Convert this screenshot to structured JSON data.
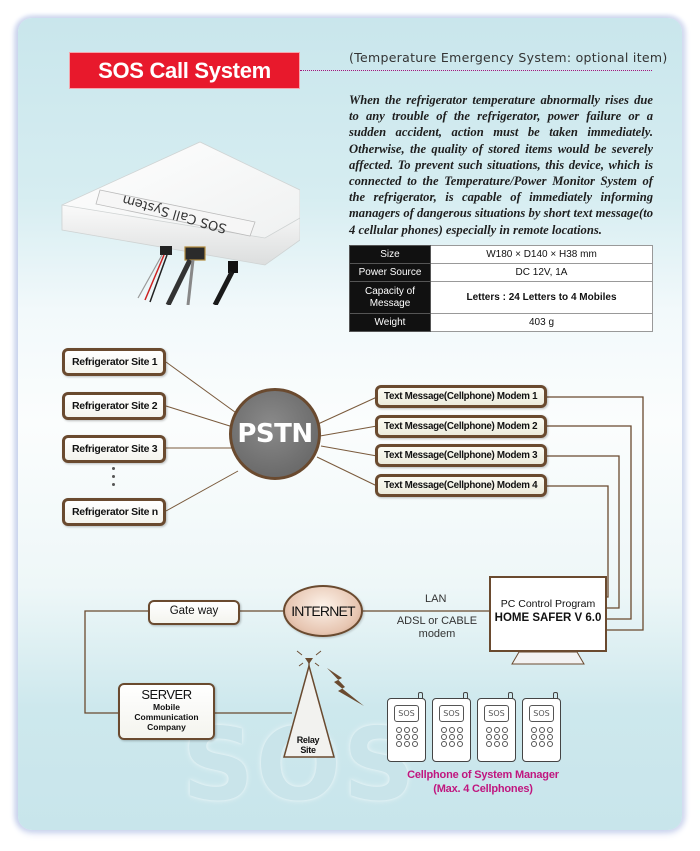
{
  "header": {
    "title": "SOS Call System",
    "subtitle": "(Temperature Emergency System: optional item)"
  },
  "description": "When the refrigerator temperature abnormally rises due to any trouble of the refrigerator, power failure or a sudden accident, action must be taken immediately. Otherwise, the quality of stored items would be severely affected. To prevent such situations, this device, which is connected to the Temperature/Power Monitor System of the refrigerator, is capable of immediately informing managers of dangerous situations by short text message(to 4 cellular phones) especially in remote locations.",
  "device_label": "SOS Call System",
  "specs": [
    {
      "label": "Size",
      "value": "W180 × D140 × H38 mm"
    },
    {
      "label": "Power Source",
      "value": "DC 12V, 1A"
    },
    {
      "label": "Capacity of Message",
      "value": "Letters : 24 Letters to 4 Mobiles"
    },
    {
      "label": "Weight",
      "value": "403 g"
    }
  ],
  "diagram": {
    "sites": [
      "Refrigerator Site 1",
      "Refrigerator Site 2",
      "Refrigerator Site 3",
      "Refrigerator Site n"
    ],
    "hub": "PSTN",
    "modems": [
      "Text Message(Cellphone) Modem 1",
      "Text Message(Cellphone) Modem 2",
      "Text Message(Cellphone) Modem 3",
      "Text Message(Cellphone) Modem 4"
    ],
    "pc": {
      "line1": "PC Control Program",
      "line2": "HOME SAFER V 6.0"
    },
    "gateway": "Gate way",
    "internet": "INTERNET",
    "lan": "LAN",
    "adsl": "ADSL or CABLE modem",
    "server": {
      "title": "SERVER",
      "subtitle": "Mobile Communication Company"
    },
    "relay": "Relay Site",
    "phone_screen": "SOS",
    "phones_caption_line1": "Cellphone of System Manager",
    "phones_caption_line2": "(Max. 4 Cellphones)",
    "watermark": "SOS"
  },
  "colors": {
    "title_bg": "#e8192c",
    "node_border": "#6a4a2f",
    "caption": "#c0167f",
    "panel": "#c9e6ec"
  }
}
